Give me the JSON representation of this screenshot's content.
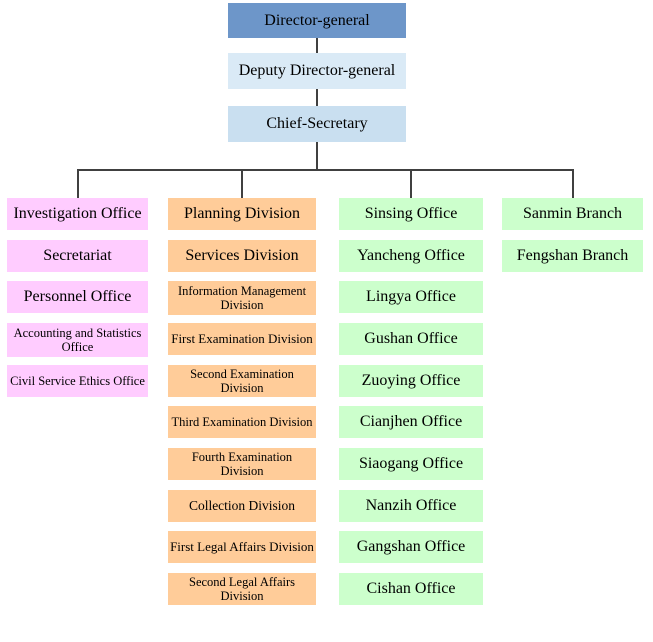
{
  "hierarchy": {
    "director_general": "Director-general",
    "deputy_director_general": "Deputy Director-general",
    "chief_secretary": "Chief-Secretary"
  },
  "columns": [
    {
      "group": "staff-offices",
      "items": [
        "Investigation Office",
        "Secretariat",
        "Personnel Office",
        "Accounting and Statistics Office",
        "Civil Service Ethics Office"
      ]
    },
    {
      "group": "divisions",
      "items": [
        "Planning Division",
        "Services Division",
        "Information Management Division",
        "First Examination Division",
        "Second Examination Division",
        "Third Examination Division",
        "Fourth Examination Division",
        "Collection Division",
        "First Legal Affairs Division",
        "Second Legal Affairs Division"
      ]
    },
    {
      "group": "district-offices",
      "items": [
        "Sinsing Office",
        "Yancheng Office",
        "Lingya Office",
        "Gushan Office",
        "Zuoying Office",
        "Cianjhen Office",
        "Siaogang Office",
        "Nanzih Office",
        "Gangshan Office",
        "Cishan Office"
      ]
    },
    {
      "group": "branches",
      "items": [
        "Sanmin Branch",
        "Fengshan Branch"
      ]
    }
  ],
  "colors": {
    "director_general_fill": "#6D96C9",
    "deputy_fill": "#DAEAF6",
    "chief_secretary_fill": "#C9DFF0",
    "staff_offices_fill": "#FFCCFF",
    "divisions_fill": "#FFCC99",
    "district_fill": "#CCFFCC",
    "line": "#404040"
  }
}
